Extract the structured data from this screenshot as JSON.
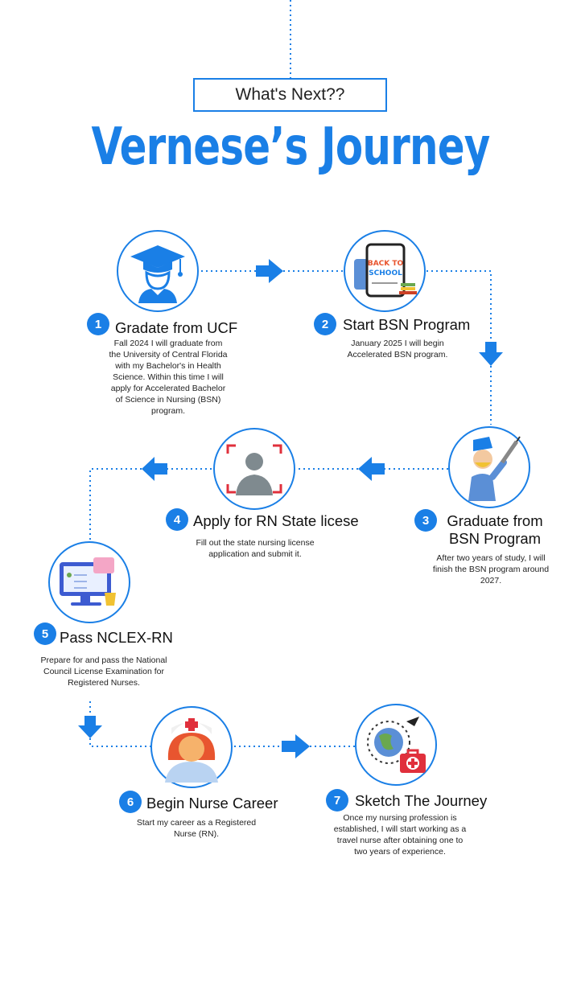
{
  "header": {
    "subtitle": "What's Next??",
    "title": "Vernese’s Journey"
  },
  "colors": {
    "accent": "#1a7fe6"
  },
  "steps": [
    {
      "number": "1",
      "title": "Gradate from UCF",
      "icon": "graduate-cap-icon",
      "description": "Fall 2024 I will graduate from the University of Central Florida with my Bachelor's in Health Science. Within this time I will apply for Accelerated Bachelor of Science in Nursing (BSN) program."
    },
    {
      "number": "2",
      "title": "Start BSN Program",
      "icon": "back-to-school-tablet-icon",
      "description": "January 2025 I will begin Accelerated BSN program."
    },
    {
      "number": "3",
      "title": "Graduate from BSN Program",
      "icon": "nurse-with-syringe-icon",
      "description": "After two years of study, I will finish the BSN program around 2027."
    },
    {
      "number": "4",
      "title": "Apply for RN State licese",
      "icon": "profile-scan-icon",
      "description": "Fill out the state nursing license application and submit it."
    },
    {
      "number": "5",
      "title": "Pass NCLEX-RN",
      "icon": "computer-study-icon",
      "description": "Prepare for and pass the National Council License Examination for Registered Nurses."
    },
    {
      "number": "6",
      "title": "Begin Nurse Career",
      "icon": "nurse-avatar-icon",
      "description": "Start my career as a Registered Nurse (RN)."
    },
    {
      "number": "7",
      "title": "Sketch The Journey",
      "icon": "travel-globe-icon",
      "description": "Once my nursing profession is established, I will start working as a travel nurse after obtaining one to two years of experience."
    }
  ]
}
